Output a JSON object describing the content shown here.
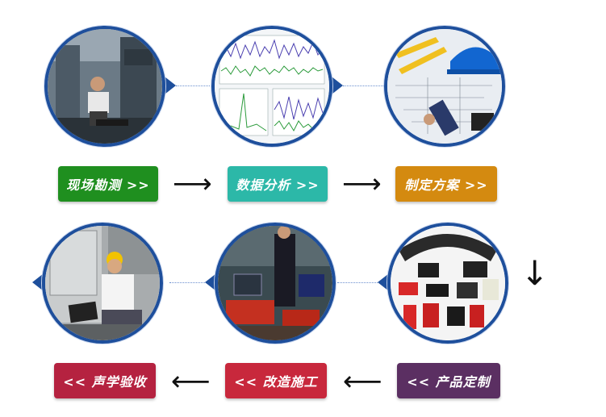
{
  "steps": {
    "survey": {
      "label": "现场勘测 >>",
      "color": "#1f8f1f"
    },
    "analysis": {
      "label": "数据分析 >>",
      "color": "#2cb8a8"
    },
    "plan": {
      "label": "制定方案 >>",
      "color": "#d48a10"
    },
    "customize": {
      "label": "<< 产品定制",
      "color": "#5b2f62"
    },
    "construction": {
      "label": "<< 改造施工",
      "color": "#c8283c"
    },
    "acceptance": {
      "label": "<< 声学验收",
      "color": "#b52240"
    }
  },
  "arrows": {
    "right": "⟶",
    "left": "⟵",
    "down": "↓"
  },
  "colors": {
    "ring": "#1e4f9c",
    "connector": "#6b8fcf"
  }
}
